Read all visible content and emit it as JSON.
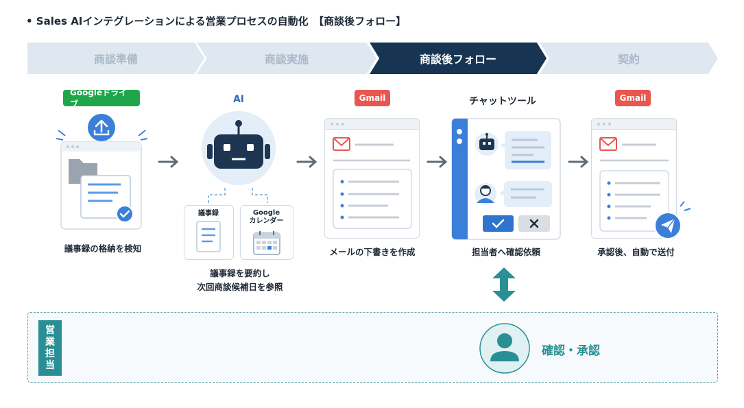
{
  "title": "• Sales AIインテグレーションによる営業プロセスの自動化　【商談後フォロー】",
  "stages": [
    {
      "label": "商談準備",
      "state": "inactive"
    },
    {
      "label": "商談実施",
      "state": "inactive"
    },
    {
      "label": "商談後フォロー",
      "state": "active"
    },
    {
      "label": "契約",
      "state": "inactive"
    }
  ],
  "steps": {
    "drive": {
      "badge": "Googleドライブ",
      "caption": "議事録の格納を検知"
    },
    "ai": {
      "label": "AI",
      "doc_minutes": "議事録",
      "doc_calendar_line1": "Google",
      "doc_calendar_line2": "カレンダー",
      "caption_line1": "議事録を要約し",
      "caption_line2": "次回商談候補日を参照"
    },
    "gmail_draft": {
      "badge": "Gmail",
      "caption": "メールの下書きを作成"
    },
    "chat": {
      "label": "チャットツール",
      "caption": "担当者へ確認依頼"
    },
    "gmail_send": {
      "badge": "Gmail",
      "caption": "承認後、自動で送付"
    }
  },
  "sales": {
    "tag": [
      "営",
      "業",
      "担",
      "当"
    ],
    "confirm": "確認・承認"
  },
  "colors": {
    "navy": "#173552",
    "teal": "#2a8f95",
    "blue": "#3b7fd9",
    "gmail_red": "#e8564f",
    "drive_green": "#1fa64a"
  },
  "icons": [
    "upload-icon",
    "folder-icon",
    "document-icon",
    "check-circle-icon",
    "robot-icon",
    "calendar-icon",
    "mail-icon",
    "user-icon",
    "send-icon",
    "check-icon",
    "close-icon",
    "arrow-right-icon",
    "double-arrow-icon"
  ]
}
